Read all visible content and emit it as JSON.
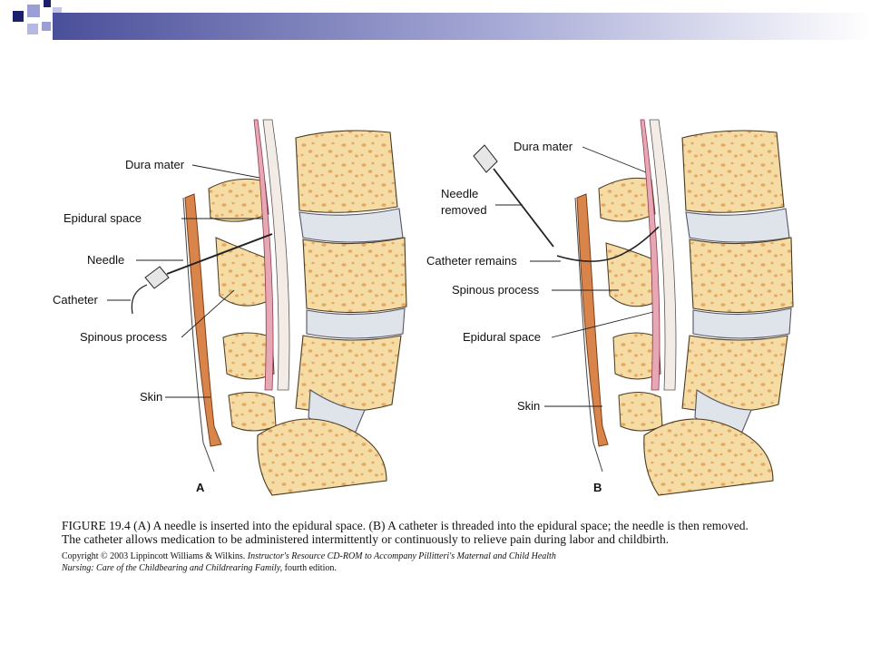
{
  "colors": {
    "accent_navy": "#1a1f6e",
    "accent_lavender": "#9b9fd6",
    "header_gradient_start": "#4a4f9a",
    "bone": "#f5dba4",
    "skin": "#d9844a",
    "dura": "#e8a7b4",
    "disc": "#dfe3ea"
  },
  "panel_a": {
    "letter": "A",
    "labels": {
      "dura_mater": "Dura mater",
      "epidural_space": "Epidural space",
      "needle": "Needle",
      "catheter": "Catheter",
      "spinous_process": "Spinous process",
      "skin": "Skin"
    }
  },
  "panel_b": {
    "letter": "B",
    "labels": {
      "dura_mater": "Dura mater",
      "needle_removed_1": "Needle",
      "needle_removed_2": "removed",
      "catheter_remains": "Catheter remains",
      "spinous_process": "Spinous process",
      "epidural_space": "Epidural space",
      "skin": "Skin"
    }
  },
  "caption": {
    "line1": "FIGURE 19.4  (A) A needle is inserted into the epidural space. (B) A catheter is threaded into the epidural space; the needle is then removed.",
    "line2": "The catheter allows medication to be administered intermittently or continuously to relieve pain during labor and childbirth.",
    "copyright": "Copyright © 2003 Lippincott Williams & Wilkins.",
    "source_italic": "Instructor's Resource CD-ROM to Accompany Pillitteri's Maternal and Child Health",
    "source_line2": "Nursing: Care of the Childbearing and Childrearing Family,",
    "edition": "fourth edition."
  }
}
